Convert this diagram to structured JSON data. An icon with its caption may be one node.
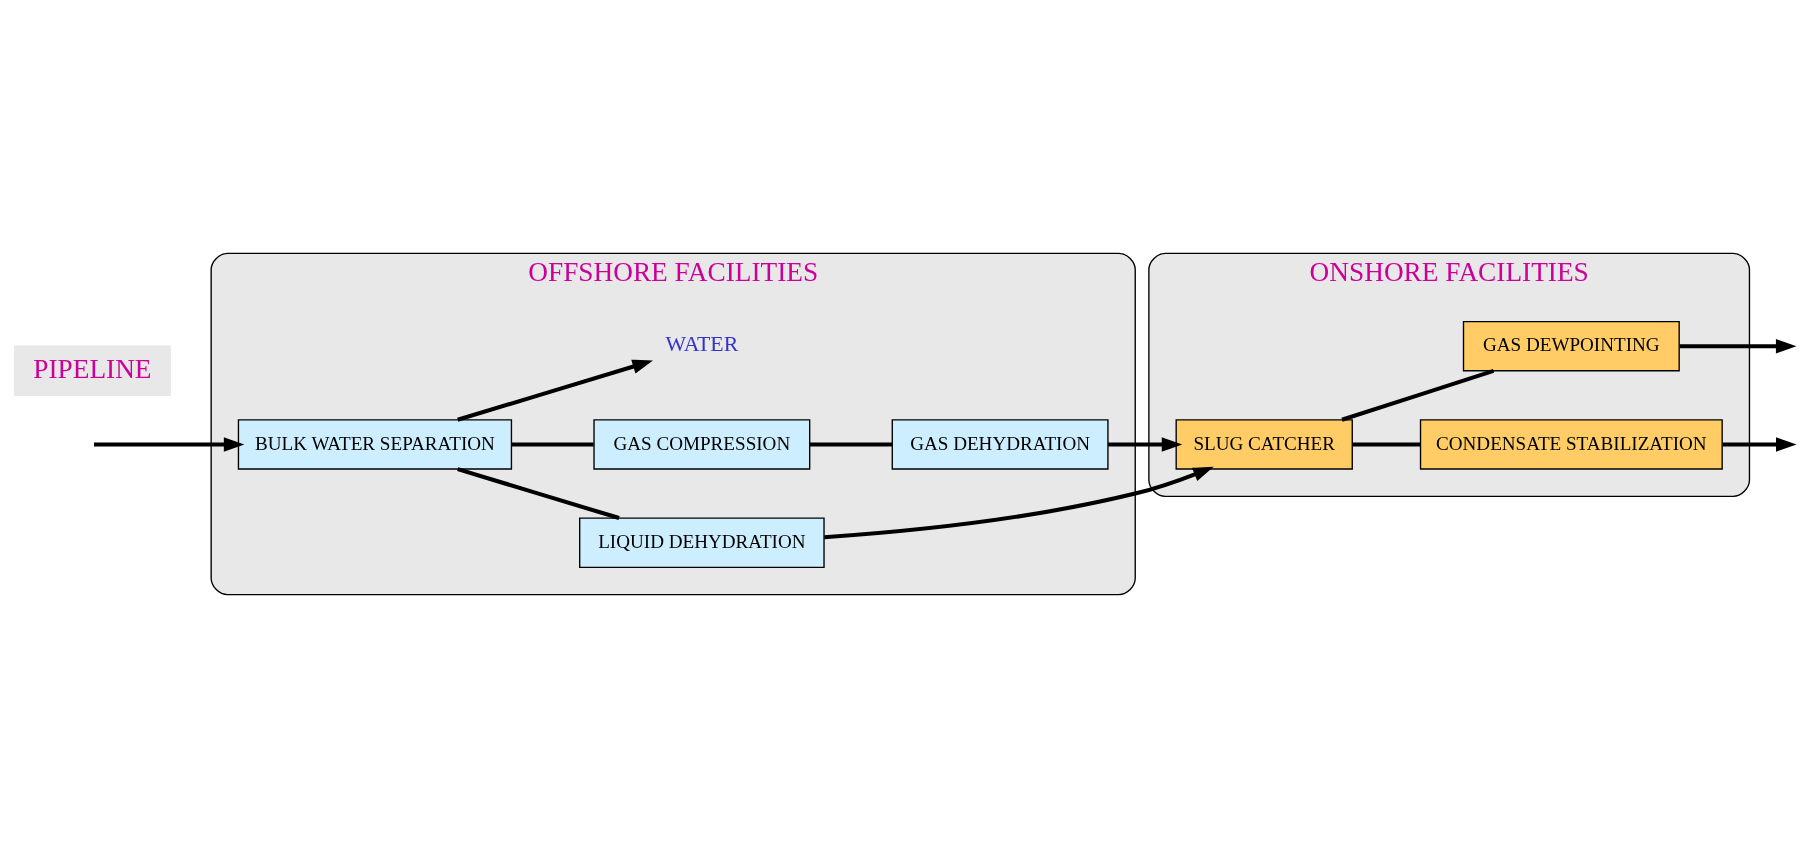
{
  "diagram": {
    "nodes": [
      {
        "text": [
          "OFFSHORE FACILITIES"
        ]
      },
      {
        "text": [
          "BULK WATER SEPARATION"
        ],
        "in": 0
      },
      {
        "text": [
          "GAS COMPRESSION"
        ],
        "in": 0
      },
      {
        "text": [
          "GAS DEHYDRATION"
        ],
        "in": 0
      },
      {
        "text": [
          "LIQUID DEHYDRATION"
        ],
        "in": 0
      },
      {
        "text": [
          "WATER"
        ],
        "in": 0
      },
      {
        "text": [
          "PIPELINE"
        ]
      },
      {
        "text": [
          "ONSHORE FACILITIES"
        ]
      },
      {
        "text": [
          "SLUG CATCHER"
        ],
        "in": 7
      },
      {
        "text": [
          "GAS DEWPOINTING"
        ],
        "in": 7
      },
      {
        "text": [
          "CONDENSATE STABILIZATION"
        ],
        "in": 7
      }
    ],
    "edges": [
      {
        "from": null,
        "to": 1,
        "arrow": "to"
      },
      {
        "from": 1,
        "to": 5,
        "arrow": "to"
      },
      {
        "from": 1,
        "to": 2,
        "arrow": "none"
      },
      {
        "from": 2,
        "to": 3,
        "arrow": "none"
      },
      {
        "from": 1,
        "to": 4,
        "arrow": "none"
      },
      {
        "from": 3,
        "to": 8,
        "arrow": "to"
      },
      {
        "from": 4,
        "to": 8,
        "arrow": "to"
      },
      {
        "from": 8,
        "to": 9,
        "arrow": "none"
      },
      {
        "from": 8,
        "to": 10,
        "arrow": "none"
      },
      {
        "from": 9,
        "to": null,
        "arrow": "to"
      },
      {
        "from": 10,
        "to": null,
        "arrow": "to"
      }
    ]
  }
}
